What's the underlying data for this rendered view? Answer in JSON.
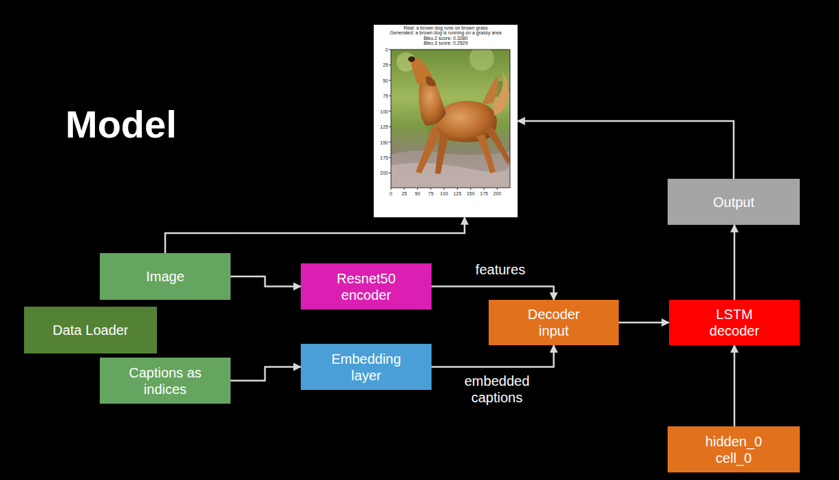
{
  "diagram": {
    "title": "Model",
    "nodes": [
      {
        "text": [
          "Real: a brown dog runs on brown grass",
          "Generated: a brown dog is running on a grassy area",
          "Bleu.2 score: 0.3280",
          "Bleu.3 score: 0.2529"
        ]
      },
      {
        "text": [
          "Output"
        ]
      },
      {
        "text": [
          "Image"
        ]
      },
      {
        "text": [
          "Resnet50 encoder"
        ]
      },
      {
        "text": [
          "Data Loader"
        ]
      },
      {
        "text": [
          "Decoder input"
        ]
      },
      {
        "text": [
          "LSTM decoder"
        ]
      },
      {
        "text": [
          "Captions as indices"
        ]
      },
      {
        "text": [
          "Embedding layer"
        ]
      },
      {
        "text": [
          "hidden_0 cell_0"
        ]
      }
    ],
    "edges": [
      {
        "from": 2,
        "to": 0,
        "arrow": "to"
      },
      {
        "from": 2,
        "to": 3,
        "arrow": "to"
      },
      {
        "from": 7,
        "to": 8,
        "arrow": "to"
      },
      {
        "from": 3,
        "to": 5,
        "label": "features",
        "arrow": "to"
      },
      {
        "from": 8,
        "to": 5,
        "label": "embedded captions",
        "arrow": "to"
      },
      {
        "from": 5,
        "to": 6,
        "arrow": "to"
      },
      {
        "from": 9,
        "to": 6,
        "arrow": "to"
      },
      {
        "from": 6,
        "to": 1,
        "arrow": "to"
      },
      {
        "from": 1,
        "to": 0,
        "arrow": "to"
      }
    ],
    "labels": [
      "0",
      "25",
      "50",
      "75",
      "100",
      "125",
      "150",
      "175",
      "200",
      "0",
      "25",
      "50",
      "75",
      "100",
      "125",
      "150",
      "175",
      "200"
    ]
  }
}
